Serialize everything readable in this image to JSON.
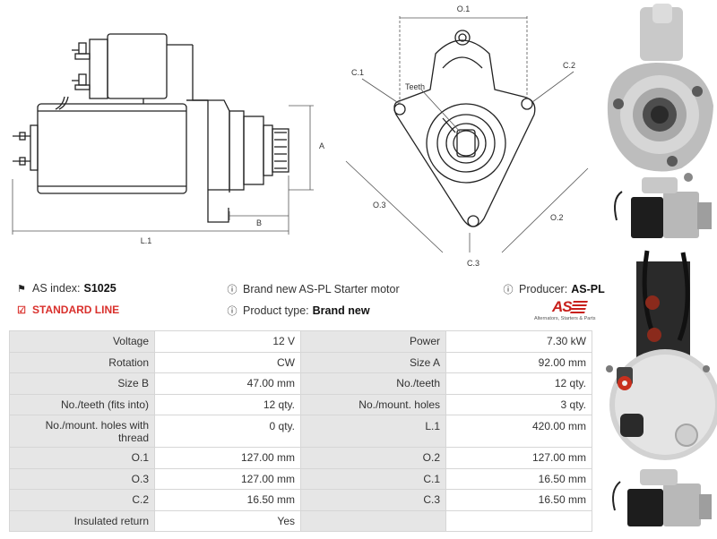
{
  "drawings": {
    "side_view": {
      "label_l1": "L.1",
      "label_a": "A",
      "label_b": "B"
    },
    "front_view": {
      "label_o1": "O.1",
      "label_c1": "C.1",
      "label_c2": "C.2",
      "label_c3": "C.3",
      "label_o2": "O.2",
      "label_o3": "O.3",
      "label_teeth": "Teeth"
    }
  },
  "info": {
    "as_index_label": "AS index:",
    "as_index_value": "S1025",
    "standard_line": "STANDARD LINE",
    "description": "Brand new AS-PL Starter motor",
    "product_type_label": "Product type:",
    "product_type_value": "Brand new",
    "producer_label": "Producer:",
    "producer_value": "AS-PL"
  },
  "logo": {
    "mark": "AS",
    "tagline": "Alternators, Starters & Parts"
  },
  "specs": [
    {
      "l1": "Voltage",
      "v1": "12 V",
      "l2": "Power",
      "v2": "7.30 kW"
    },
    {
      "l1": "Rotation",
      "v1": "CW",
      "l2": "Size A",
      "v2": "92.00 mm"
    },
    {
      "l1": "Size B",
      "v1": "47.00 mm",
      "l2": "No./teeth",
      "v2": "12 qty."
    },
    {
      "l1": "No./teeth (fits into)",
      "v1": "12 qty.",
      "l2": "No./mount. holes",
      "v2": "3 qty."
    },
    {
      "l1": "No./mount. holes with thread",
      "v1": "0 qty.",
      "l2": "L.1",
      "v2": "420.00 mm"
    },
    {
      "l1": "O.1",
      "v1": "127.00 mm",
      "l2": "O.2",
      "v2": "127.00 mm"
    },
    {
      "l1": "O.3",
      "v1": "127.00 mm",
      "l2": "C.1",
      "v2": "16.50 mm"
    },
    {
      "l1": "C.2",
      "v1": "16.50 mm",
      "l2": "C.3",
      "v2": "16.50 mm"
    },
    {
      "l1": "Insulated return",
      "v1": "Yes",
      "l2": "",
      "v2": ""
    }
  ],
  "icons": {
    "tag": "tag-icon",
    "check": "checkbox-icon",
    "info": "info-icon"
  },
  "colors": {
    "accent_red": "#d9302c",
    "label_bg": "#e6e6e6",
    "border": "#d6d6d6"
  }
}
